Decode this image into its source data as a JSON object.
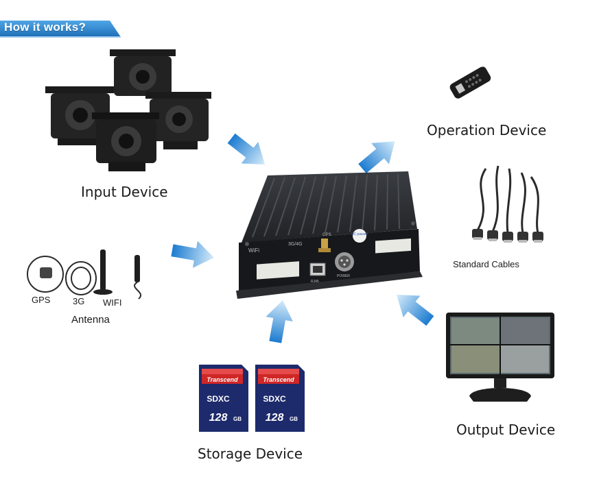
{
  "banner": {
    "title": "How it works?"
  },
  "center": {
    "name": "mdvr-unit",
    "ports": {
      "wifi": "WiFi",
      "net": "3G/4G",
      "gps": "GPS",
      "rj45": "RJ45",
      "power": "POWER",
      "qc": "QC passed"
    }
  },
  "nodes": {
    "input": {
      "label": "Input Device"
    },
    "operation": {
      "label": "Operation Device"
    },
    "cables": {
      "label": "Standard Cables"
    },
    "antenna": {
      "label": "Antenna",
      "gps": "GPS",
      "g3": "3G",
      "wifi": "WIFI"
    },
    "storage": {
      "label": "Storage Device",
      "brand": "Transcend",
      "type": "SDXC",
      "capacity": "128",
      "unit": "GB"
    },
    "output": {
      "label": "Output Device"
    }
  },
  "colors": {
    "arrow": "#3a92d8",
    "arrow_light": "#bfe0f7",
    "banner": "#2a7fc6",
    "device": "#1f2124"
  }
}
